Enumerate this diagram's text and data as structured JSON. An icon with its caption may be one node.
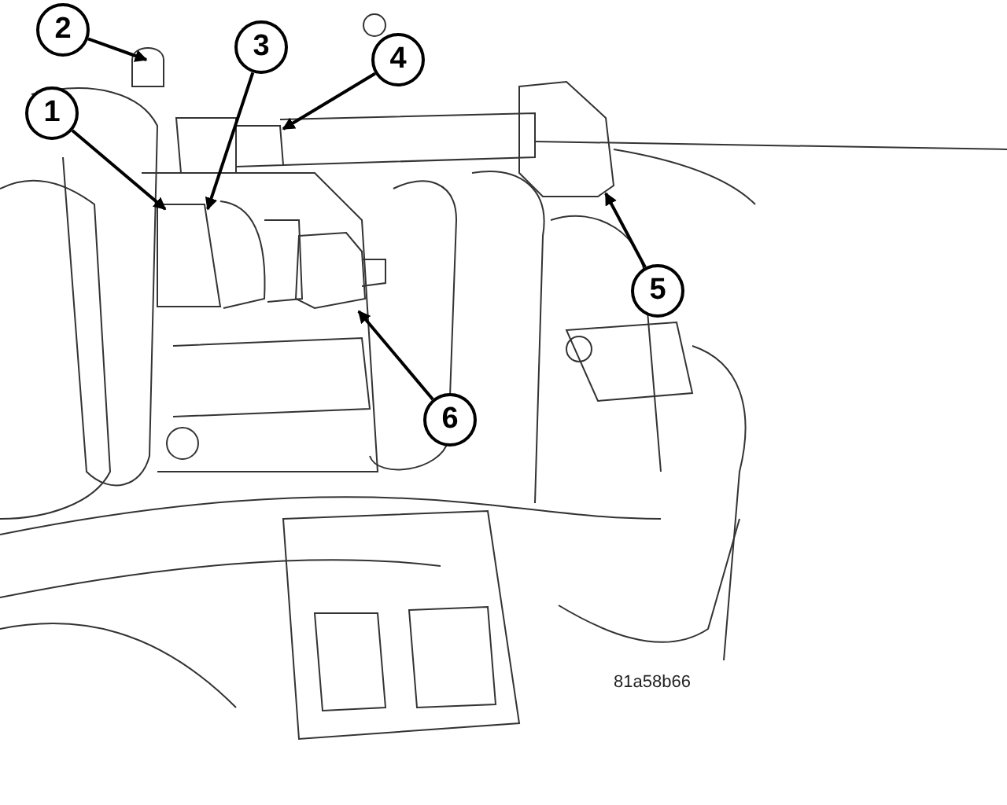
{
  "diagram": {
    "nodes": [
      {
        "text": [
          "1"
        ]
      },
      {
        "text": [
          "2"
        ]
      },
      {
        "text": [
          "3"
        ]
      },
      {
        "text": [
          "4"
        ]
      },
      {
        "text": [
          "5"
        ]
      },
      {
        "text": [
          "6"
        ]
      }
    ],
    "edges": [
      {
        "from": 0,
        "to": null,
        "arrow": "to"
      },
      {
        "from": 1,
        "to": null,
        "arrow": "to"
      },
      {
        "from": 2,
        "to": null,
        "arrow": "to"
      },
      {
        "from": 3,
        "to": null,
        "arrow": "to"
      },
      {
        "from": 4,
        "to": null,
        "arrow": "to"
      },
      {
        "from": 5,
        "to": null,
        "arrow": "to"
      }
    ],
    "labels": [
      "81a58b66"
    ]
  }
}
